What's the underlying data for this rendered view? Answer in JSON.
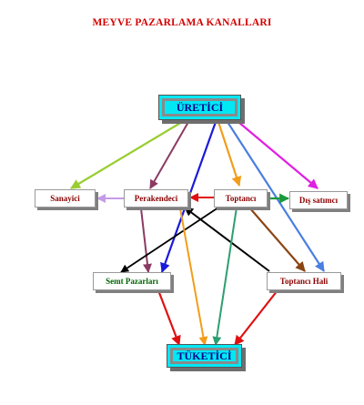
{
  "title": "MEYVE PAZARLAMA KANALLARI",
  "nodes": {
    "uretici": "ÜRETİCİ",
    "sanayici": "Sanayici",
    "perakendeci": "Perakendeci",
    "toptanci": "Toptancı",
    "dis_satimci": "Dış satımcı",
    "semt_pazarlari": "Semt Pazarları",
    "toptanci_hali": "Toptancı Hali",
    "tuketici": "TÜKETİCİ"
  },
  "colors": {
    "title": "#d40000",
    "box_fill_main": "#00e8f4",
    "arrow_olive": "#9acd32",
    "arrow_purple": "#8b3a62",
    "arrow_blue": "#1a1adb",
    "arrow_orange": "#f29d1a",
    "arrow_cornflower": "#4a7fe0",
    "arrow_magenta": "#e020e0",
    "arrow_lavender": "#c59be8",
    "arrow_red": "#e01010",
    "arrow_green": "#1a9a3a",
    "arrow_black": "#000000",
    "arrow_brown": "#8b4513",
    "arrow_teal": "#2e9e72"
  }
}
